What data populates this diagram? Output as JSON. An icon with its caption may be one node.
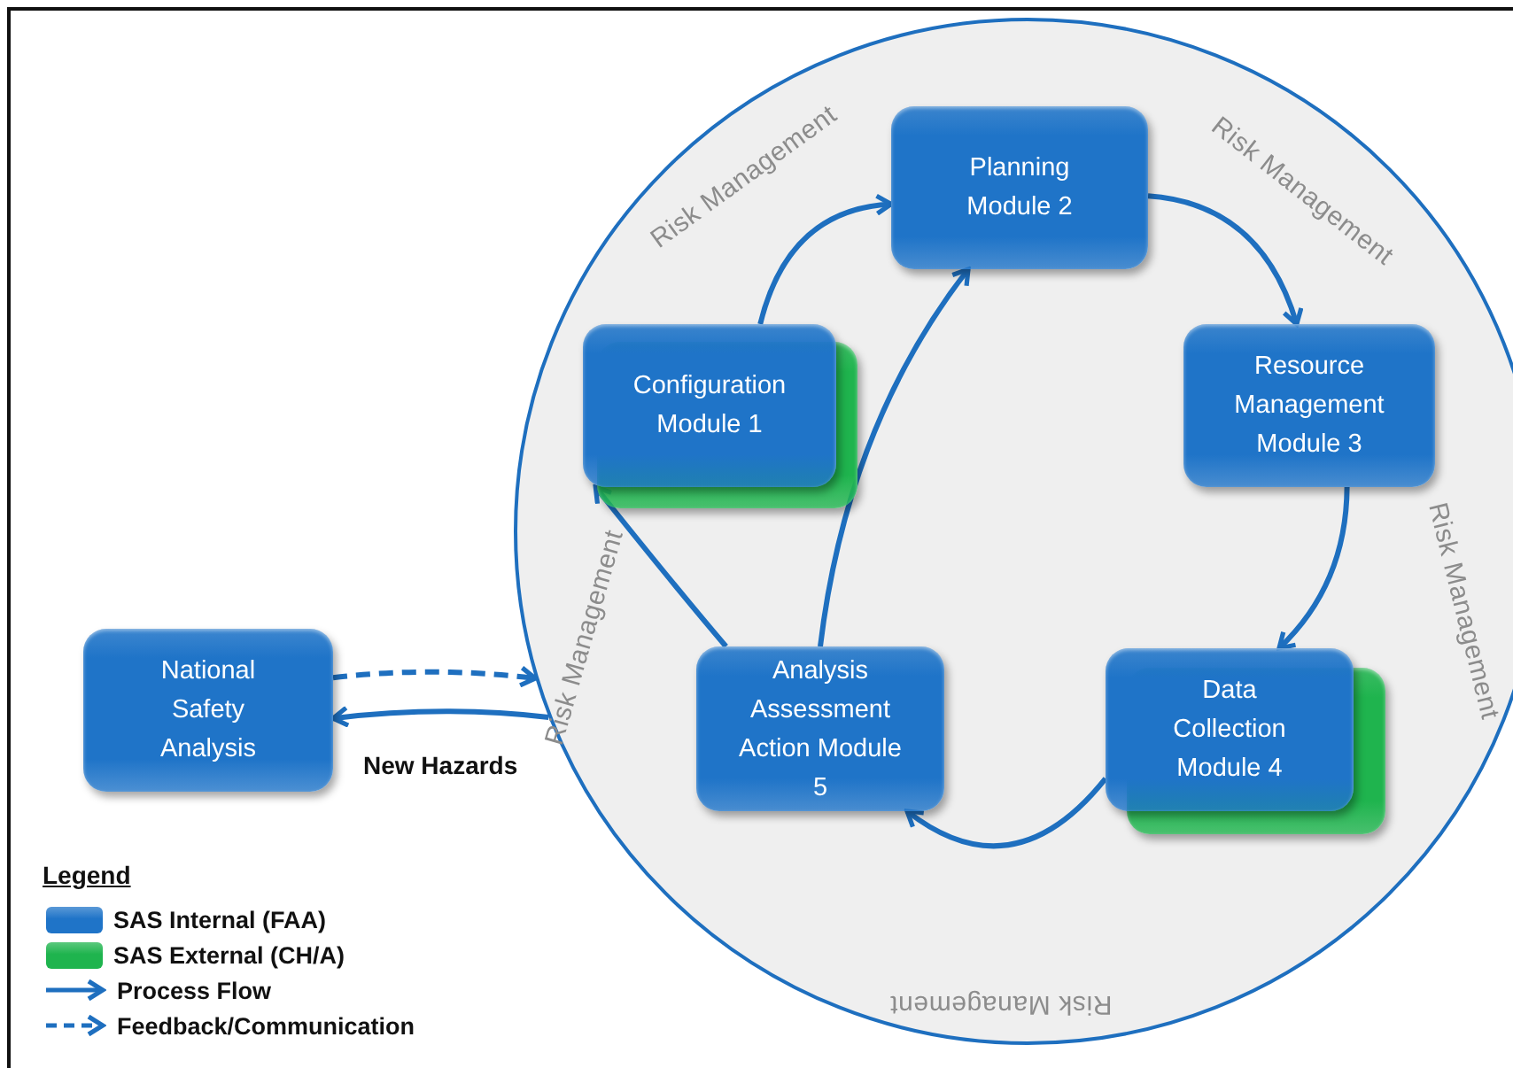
{
  "diagram": {
    "nodes": [
      {
        "text": [
          "Risk Management",
          "Risk Management",
          "Risk Management",
          "Risk Management",
          "Risk Management"
        ]
      },
      {
        "text": [
          "Planning Module 2"
        ],
        "in": 0
      },
      {
        "text": [
          "Configuration Module 1"
        ],
        "in": 0
      },
      {
        "text": [],
        "shape": "box",
        "in": 0
      },
      {
        "text": [
          "Resource Management Module 3"
        ],
        "in": 0
      },
      {
        "text": [
          "National Safety Analysis"
        ]
      },
      {
        "text": [
          "Analysis Assessment Action Module 5"
        ],
        "in": 0
      },
      {
        "text": [
          "Data Collection Module 4"
        ],
        "in": 0
      },
      {
        "text": [],
        "shape": "box",
        "in": 0
      }
    ],
    "edges": [
      {
        "from": 2,
        "to": 1,
        "arrow": "to"
      },
      {
        "from": 1,
        "to": 4,
        "arrow": "to"
      },
      {
        "from": 4,
        "to": 7,
        "arrow": "to"
      },
      {
        "from": 7,
        "to": 6,
        "arrow": "to"
      },
      {
        "from": 6,
        "to": 2,
        "arrow": "to"
      },
      {
        "from": 6,
        "to": 1,
        "arrow": "to"
      },
      {
        "from": 5,
        "to": 0,
        "arrow": "to",
        "style": "dashed"
      },
      {
        "from": 0,
        "to": 5,
        "arrow": "to",
        "label": "New Hazards"
      }
    ],
    "labels": [
      "Legend"
    ],
    "legend": [
      {
        "text": "SAS Internal (FAA)",
        "color": "#1f74c8"
      },
      {
        "text": "SAS External (CH/A)",
        "color": "#1fb44e"
      },
      {
        "text": "Process Flow"
      },
      {
        "text": "Feedback/Communication"
      }
    ]
  }
}
